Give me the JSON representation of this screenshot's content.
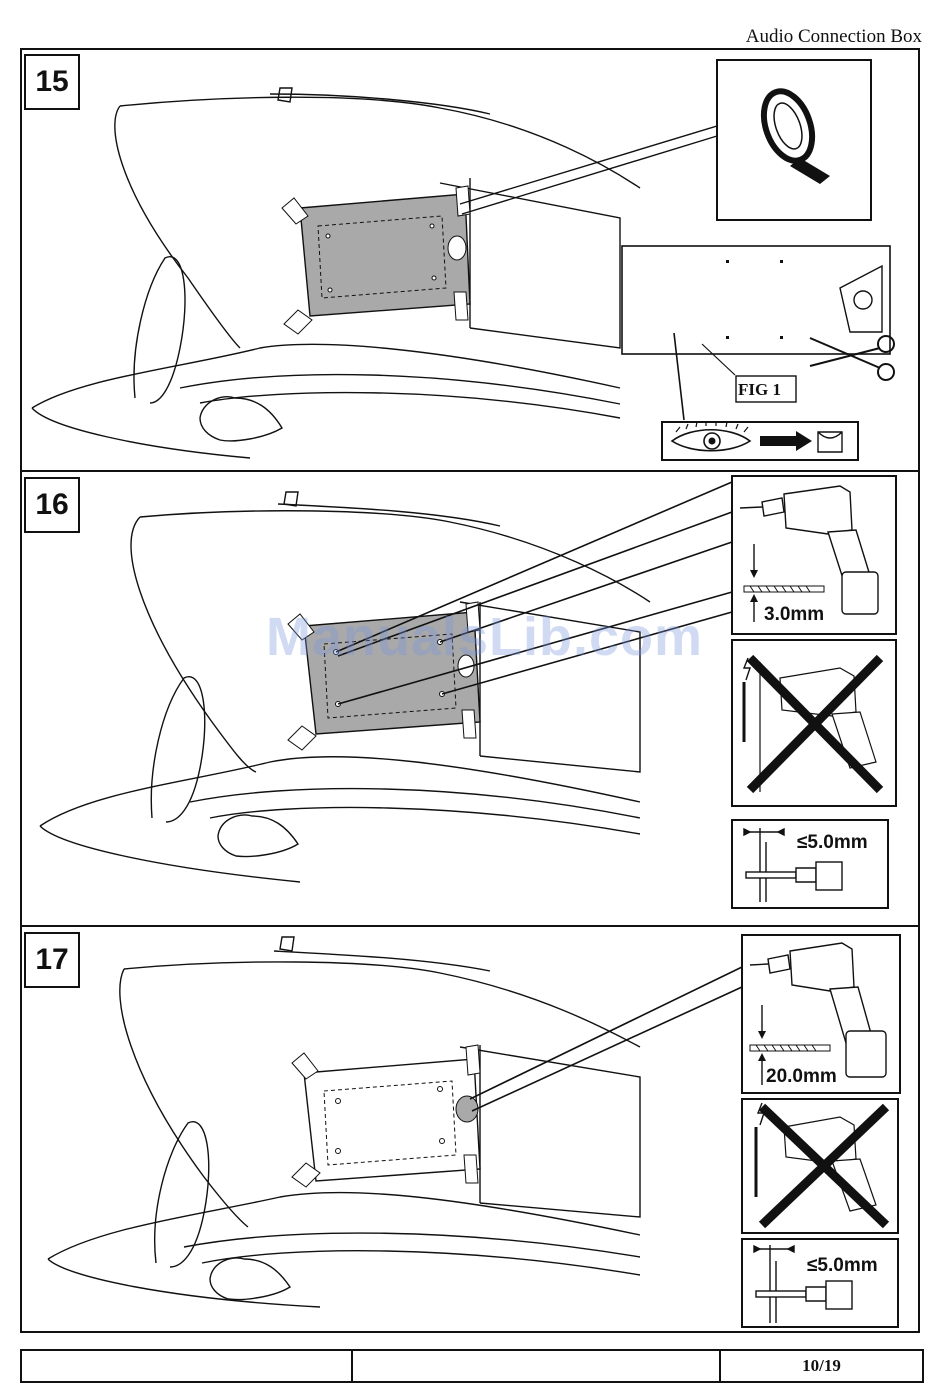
{
  "header": {
    "title": "Audio Connection Box"
  },
  "steps": [
    {
      "number": "15",
      "fig_label": "FIG 1"
    },
    {
      "number": "16",
      "drill_size": "3.0mm",
      "max_depth": "≤5.0mm"
    },
    {
      "number": "17",
      "drill_size": "20.0mm",
      "max_depth": "≤5.0mm"
    }
  ],
  "watermark": "ManualsLib.com",
  "footer": {
    "cell_1": "",
    "cell_2": "",
    "page": "10/19"
  },
  "colors": {
    "line": "#111111",
    "plate_fill": "#a9a9a9",
    "watermark": "#7896dc"
  },
  "icons": [
    "tape-roll-icon",
    "scissors-icon",
    "eye-icon",
    "arrow-right-icon",
    "drill-icon",
    "no-hammer-drill-icon",
    "depth-limit-icon"
  ]
}
